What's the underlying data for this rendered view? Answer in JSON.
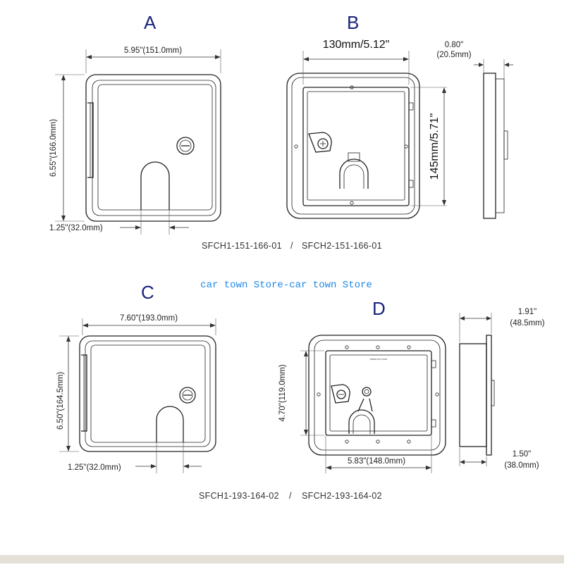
{
  "panels": {
    "a": {
      "letter": "A",
      "width_dim": "5.95\"(151.0mm)",
      "height_dim": "6.55\"(166.0mm)",
      "opening_dim": "1.25\"(32.0mm)"
    },
    "b": {
      "letter": "B",
      "width_dim": "130mm/5.12\"",
      "height_dim": "145mm/5.71\"",
      "depth_dim_in": "0.80\"",
      "depth_dim_mm": "(20.5mm)"
    },
    "c": {
      "letter": "C",
      "width_dim": "7.60\"(193.0mm)",
      "height_dim": "6.50\"(164.5mm)",
      "opening_dim": "1.25\"(32.0mm)"
    },
    "d": {
      "letter": "D",
      "width_dim": "5.83\"(148.0mm)",
      "height_dim": "4.70\"(119.0mm)",
      "depth_top_in": "1.91\"",
      "depth_top_mm": "(48.5mm)",
      "depth_bottom_in": "1.50\"",
      "depth_bottom_mm": "(38.0mm)",
      "plate_text": "www.xxx.com"
    }
  },
  "part_numbers": {
    "top_left": "SFCH1-151-166-01",
    "top_right": "SFCH2-151-166-01",
    "bottom_left": "SFCH1-193-164-02",
    "bottom_right": "SFCH2-193-164-02",
    "separator": "/"
  },
  "watermark": "car town Store-car town Store",
  "colors": {
    "letters": "#1a237e",
    "watermark": "#1e88e5",
    "lines": "#222222"
  }
}
